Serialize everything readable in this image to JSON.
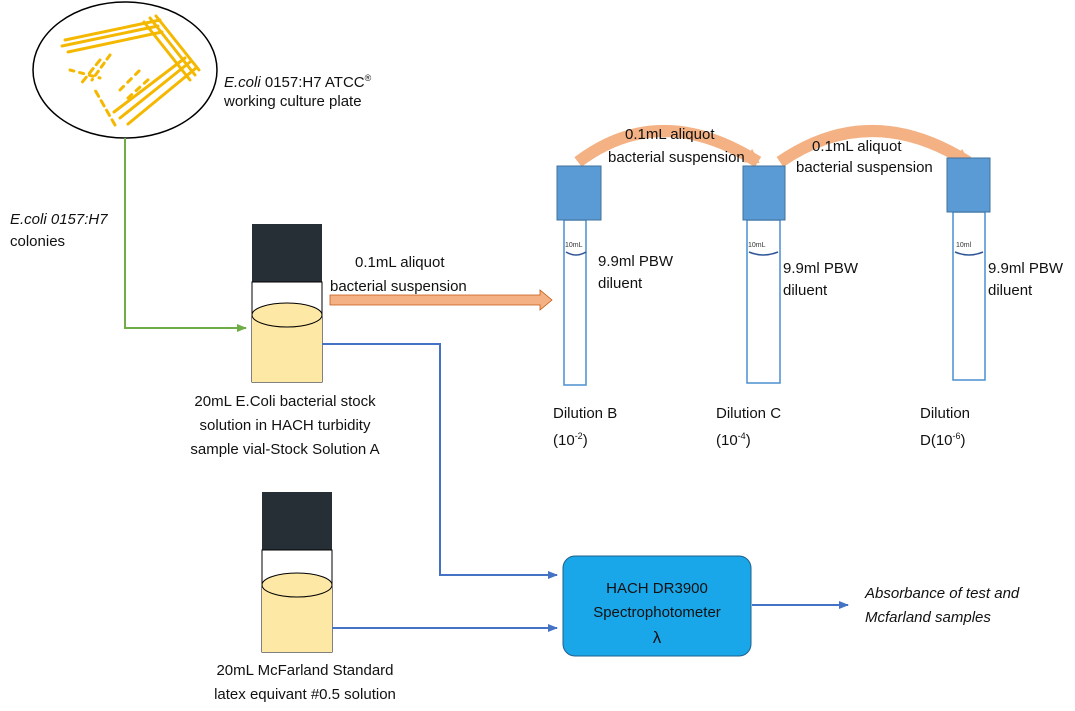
{
  "plate": {
    "name_italic": "E.coli",
    "name_rest": " 0157:H7 ATCC",
    "registered": "®",
    "line2": "working culture plate"
  },
  "colonies": {
    "line1": "E.coli 0157:H7",
    "line2": "colonies"
  },
  "stock": {
    "line1": "20mL E.Coli bacterial stock",
    "line2": "solution in HACH turbidity",
    "line3": "sample vial-Stock Solution A"
  },
  "transfer_main": {
    "line1": "0.1mL aliquot",
    "line2": "bacterial suspension"
  },
  "transfer_bc": {
    "line1": "0.1mL aliquot",
    "line2": "bacterial suspension"
  },
  "transfer_cd": {
    "line1": "0.1mL aliquot",
    "line2": "bacterial suspension"
  },
  "tubes": [
    {
      "mark": "10mL",
      "diluent1": "9.9ml PBW",
      "diluent2": "diluent",
      "label1": "Dilution B",
      "label2_base": "(10",
      "label2_exp": "-2",
      "label2_end": ")"
    },
    {
      "mark": "10mL",
      "diluent1": "9.9ml PBW",
      "diluent2": "diluent",
      "label1": "Dilution C",
      "label2_base": "(10",
      "label2_exp": "-4",
      "label2_end": ")"
    },
    {
      "mark": "10ml",
      "diluent1": "9.9ml PBW",
      "diluent2": "diluent",
      "label1": "Dilution",
      "label2_base": "D(10",
      "label2_exp": "-6",
      "label2_end": ")"
    }
  ],
  "mcfarland": {
    "line1": "20mL McFarland Standard",
    "line2": "latex equivant #0.5 solution"
  },
  "spectro": {
    "line1": "HACH DR3900",
    "line2": "Spectrophotometer",
    "symbol": "λ"
  },
  "output": {
    "line1": "Absorbance of test and",
    "line2": "Mcfarland samples"
  },
  "colors": {
    "streak": "#f5b800",
    "liquid": "#fde8a6",
    "cap_dark": "#262e36",
    "tube_blue": "#4a8fd0",
    "tube_cap": "#5b9bd5",
    "green_line": "#70ad47",
    "blue_line": "#4472c4",
    "orange_arrow": "#f4b183",
    "spectro_fill": "#1aa7ea"
  }
}
